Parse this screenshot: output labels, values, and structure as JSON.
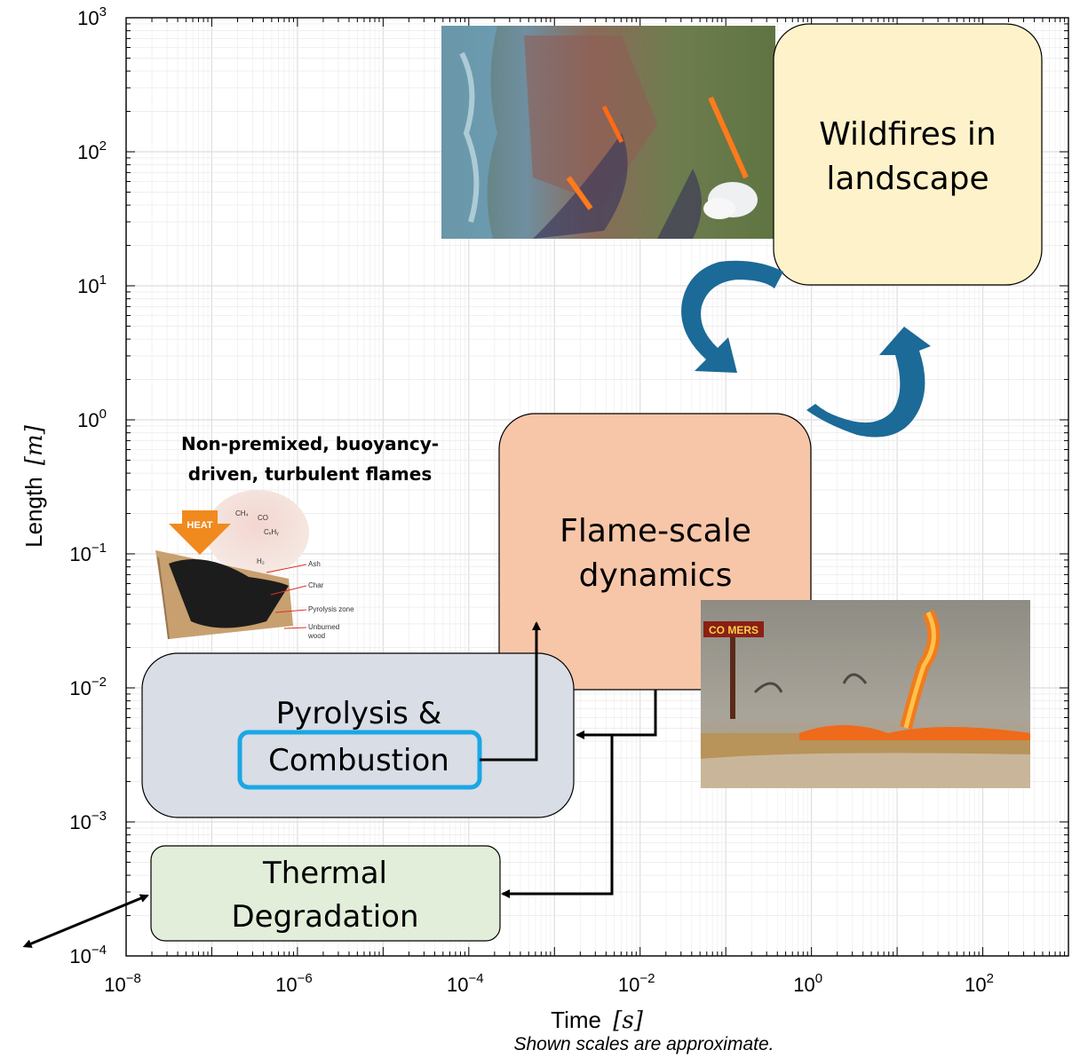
{
  "axes": {
    "xlabel_text": "Time",
    "xlabel_unit": "[s]",
    "ylabel_text": "Length",
    "ylabel_unit": "[m]",
    "note": "Shown scales are approximate.",
    "x_scale": "log",
    "y_scale": "log",
    "xlim": [
      "1e-8",
      "1e3"
    ],
    "ylim": [
      "1e-4",
      "1e3"
    ],
    "grid": true,
    "x_ticks": [
      {
        "base": "10",
        "exp": "−8"
      },
      {
        "base": "10",
        "exp": "−6"
      },
      {
        "base": "10",
        "exp": "−4"
      },
      {
        "base": "10",
        "exp": "−2"
      },
      {
        "base": "10",
        "exp": "0"
      },
      {
        "base": "10",
        "exp": "2"
      }
    ],
    "y_ticks": [
      {
        "base": "10",
        "exp": "−4"
      },
      {
        "base": "10",
        "exp": "−3"
      },
      {
        "base": "10",
        "exp": "−2"
      },
      {
        "base": "10",
        "exp": "−1"
      },
      {
        "base": "10",
        "exp": "0"
      },
      {
        "base": "10",
        "exp": "1"
      },
      {
        "base": "10",
        "exp": "2"
      },
      {
        "base": "10",
        "exp": "3"
      }
    ]
  },
  "boxes": {
    "wildfires": {
      "line1": "Wildfires in",
      "line2": "landscape",
      "fill": "#fdf2c9"
    },
    "flame": {
      "line1": "Flame-scale",
      "line2": "dynamics",
      "fill": "#f7c6a8"
    },
    "pyrolysis": {
      "line1": "Pyrolysis &",
      "line2": "Combustion",
      "fill": "#d8dde6",
      "highlight": "#1aa7e6"
    },
    "thermal": {
      "line1": "Thermal",
      "line2": "Degradation",
      "fill": "#e2eed9"
    }
  },
  "flames_caption": {
    "line1": "Non-premixed, buoyancy-",
    "line2": "driven, turbulent flames"
  },
  "wood_diagram": {
    "heat": "HEAT",
    "gases": [
      "CH₄",
      "CO",
      "CₓHᵧ",
      "H₂"
    ],
    "layers": [
      "Ash",
      "Char",
      "Pyrolysis zone",
      "Unburned",
      "wood"
    ]
  },
  "photo_sign": "CO  MERS",
  "colors": {
    "feedback_arrow": "#1b6a98",
    "connector": "#000000"
  }
}
